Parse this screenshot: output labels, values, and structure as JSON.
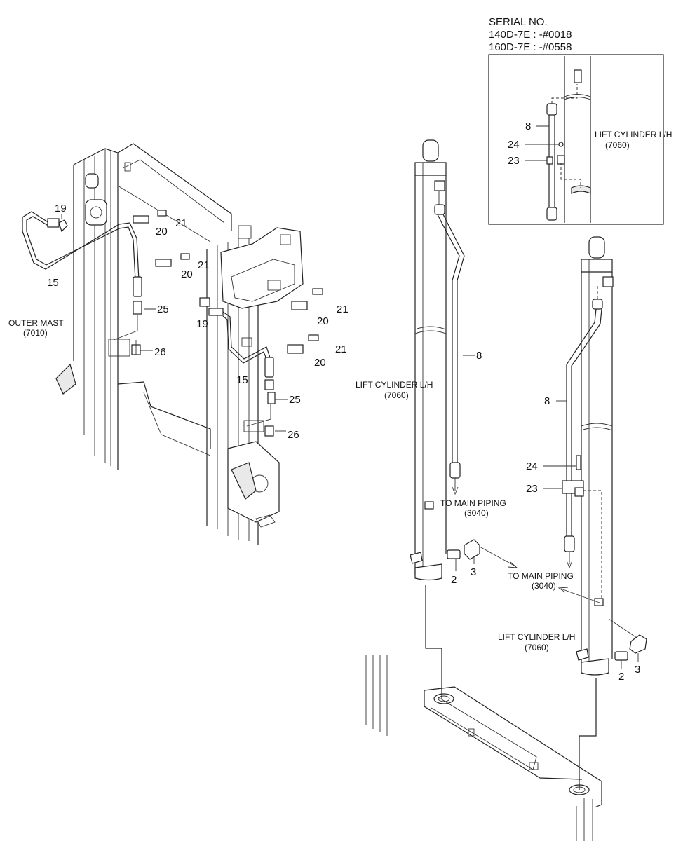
{
  "serial": {
    "heading": "SERIAL NO.",
    "line1": "140D-7E : -#0018",
    "line2": "160D-7E : -#0558"
  },
  "labels": {
    "outer_mast": "OUTER MAST",
    "outer_mast_code": "(7010)",
    "lift_cyl": "LIFT CYLINDER L/H",
    "lift_cyl_code": "(7060)",
    "to_main_piping": "TO MAIN PIPING",
    "to_main_piping_code": "(3040)"
  },
  "callouts": {
    "p2": "2",
    "p3": "3",
    "p8": "8",
    "p15": "15",
    "p19": "19",
    "p20": "20",
    "p21": "21",
    "p23": "23",
    "p24": "24",
    "p25": "25",
    "p26": "26"
  }
}
